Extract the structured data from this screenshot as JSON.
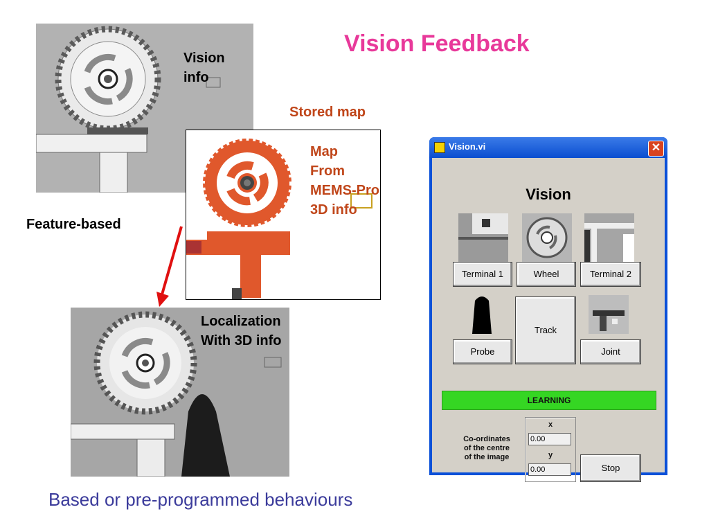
{
  "slide": {
    "title": "Vision Feedback",
    "vision_info": [
      "Vision",
      "info"
    ],
    "stored_map": "Stored map",
    "map_from": [
      "Map",
      "From",
      "MEMS-Pro",
      "3D info"
    ],
    "feature_based": "Feature-based",
    "localization": [
      "Localization",
      "With 3D info"
    ],
    "footer": "Based or pre-programmed behaviours"
  },
  "window": {
    "title": "Vision.vi",
    "heading": "Vision",
    "buttons": {
      "terminal1": "Terminal 1",
      "wheel": "Wheel",
      "terminal2": "Terminal 2",
      "track": "Track",
      "probe": "Probe",
      "joint": "Joint",
      "stop": "Stop"
    },
    "status": "LEARNING",
    "coordinates": {
      "label": [
        "Co-ordinates",
        "of the centre",
        "of the image"
      ],
      "x_label": "x",
      "x_value": "0.00",
      "y_label": "y",
      "y_value": "0.00"
    }
  },
  "colors": {
    "title": "#e8399a",
    "orange_text": "#c0461a",
    "gear_orange": "#e0582c",
    "footer": "#3b3b9b",
    "status_green": "#35d623"
  }
}
